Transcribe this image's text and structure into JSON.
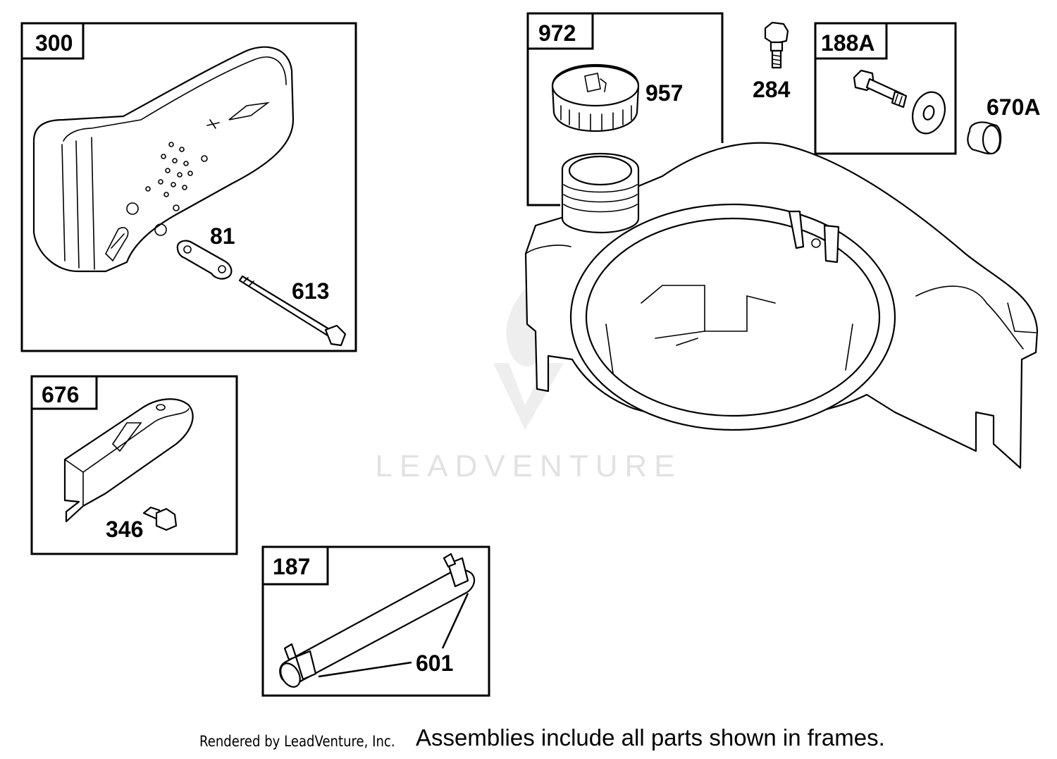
{
  "frames": [
    {
      "id": "frame-300",
      "tag": "300"
    },
    {
      "id": "frame-972",
      "tag": "972"
    },
    {
      "id": "frame-188a",
      "tag": "188A"
    },
    {
      "id": "frame-676",
      "tag": "676"
    },
    {
      "id": "frame-187",
      "tag": "187"
    }
  ],
  "callouts": {
    "c957": "957",
    "c284": "284",
    "c670a": "670A",
    "c81": "81",
    "c613": "613",
    "c346": "346",
    "c601": "601"
  },
  "watermark": {
    "text": "LEADVENTURE"
  },
  "footer": {
    "rendered_by": "Rendered by LeadVenture, Inc.",
    "note": "Assemblies include all parts shown in frames."
  }
}
